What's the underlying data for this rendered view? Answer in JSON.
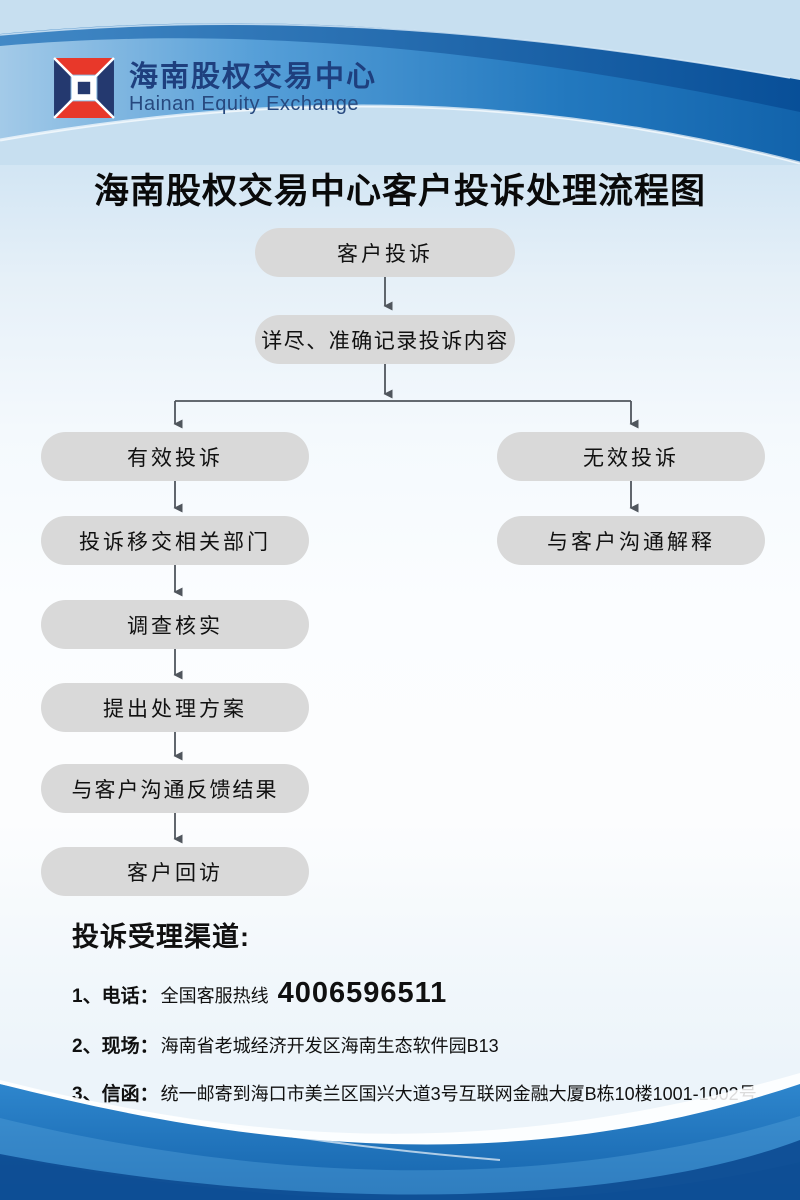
{
  "header": {
    "logo_icon": "beveled-square-emblem",
    "org_name_zh": "海南股权交易中心",
    "org_name_en": "Hainan Equity Exchange"
  },
  "title": "海南股权交易中心客户投诉处理流程图",
  "flow": {
    "complaint": "客户投诉",
    "record": "详尽、准确记录投诉内容",
    "valid": "有效投诉",
    "invalid": "无效投诉",
    "transfer": "投诉移交相关部门",
    "investigate": "调查核实",
    "propose": "提出处理方案",
    "feedback": "与客户沟通反馈结果",
    "revisit": "客户回访",
    "explain": "与客户沟通解释"
  },
  "channels": {
    "heading": "投诉受理渠道:",
    "items": [
      {
        "label": "1、电话：",
        "text": "全国客服热线",
        "highlight": "4006596511"
      },
      {
        "label": "2、现场：",
        "text": "海南省老城经济开发区海南生态软件园B13"
      },
      {
        "label": "3、信函：",
        "text": "统一邮寄到海口市美兰区国兴大道3号互联网金融大厦B栋10楼1001-1002号"
      }
    ]
  },
  "colors": {
    "header_band_blue": "#2f86cc",
    "dark_stripe_blue": "#0b539c",
    "light_bg_blue": "#c7dff0",
    "org_navy": "#1e3f7e",
    "logo_red": "#e8382a",
    "logo_navy": "#24396f",
    "node_gray": "#d9d9d9",
    "arrow_gray": "#50565d",
    "footer_blue": "#1a6ab3",
    "footer_dark_blue": "#0d4c93"
  }
}
